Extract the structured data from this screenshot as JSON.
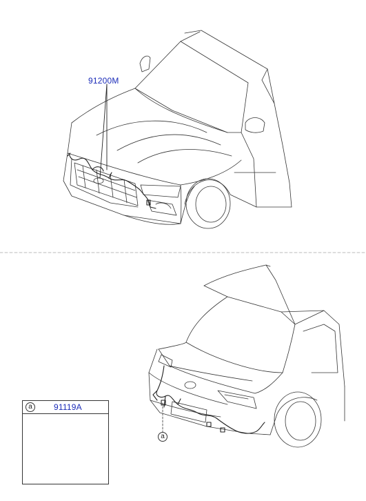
{
  "upper_figure": {
    "part_number": "91200M"
  },
  "lower_figure": {
    "callout_marker": "a"
  },
  "detail_box": {
    "marker": "a",
    "part_number": "91119A"
  },
  "colors": {
    "part_number_text": "#1a2bb8",
    "line_art": "#333333",
    "separator": "#bbbbbb"
  }
}
